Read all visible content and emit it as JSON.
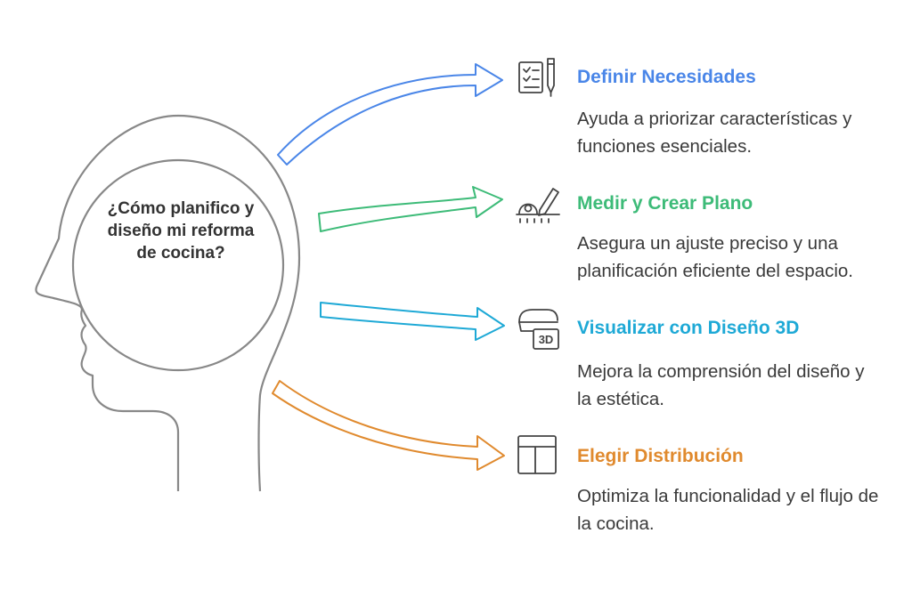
{
  "question": "¿Cómo planifico y diseño mi reforma de cocina?",
  "items": [
    {
      "title": "Definir Necesidades",
      "description": "Ayuda a priorizar características y funciones esenciales.",
      "color": "#4a86e8",
      "icon": "checklist-pen-icon"
    },
    {
      "title": "Medir y Crear Plano",
      "description": "Asegura un ajuste preciso y una planificación eficiente del espacio.",
      "color": "#3dbb78",
      "icon": "measure-pencil-icon"
    },
    {
      "title": "Visualizar con Diseño 3D",
      "description": "Mejora la comprensión del diseño y la estética.",
      "color": "#1ea9d6",
      "icon": "3d-glasses-icon"
    },
    {
      "title": "Elegir Distribución",
      "description": "Optimiza la funcionalidad y el flujo de la cocina.",
      "color": "#e08a2e",
      "icon": "layout-icon"
    }
  ]
}
